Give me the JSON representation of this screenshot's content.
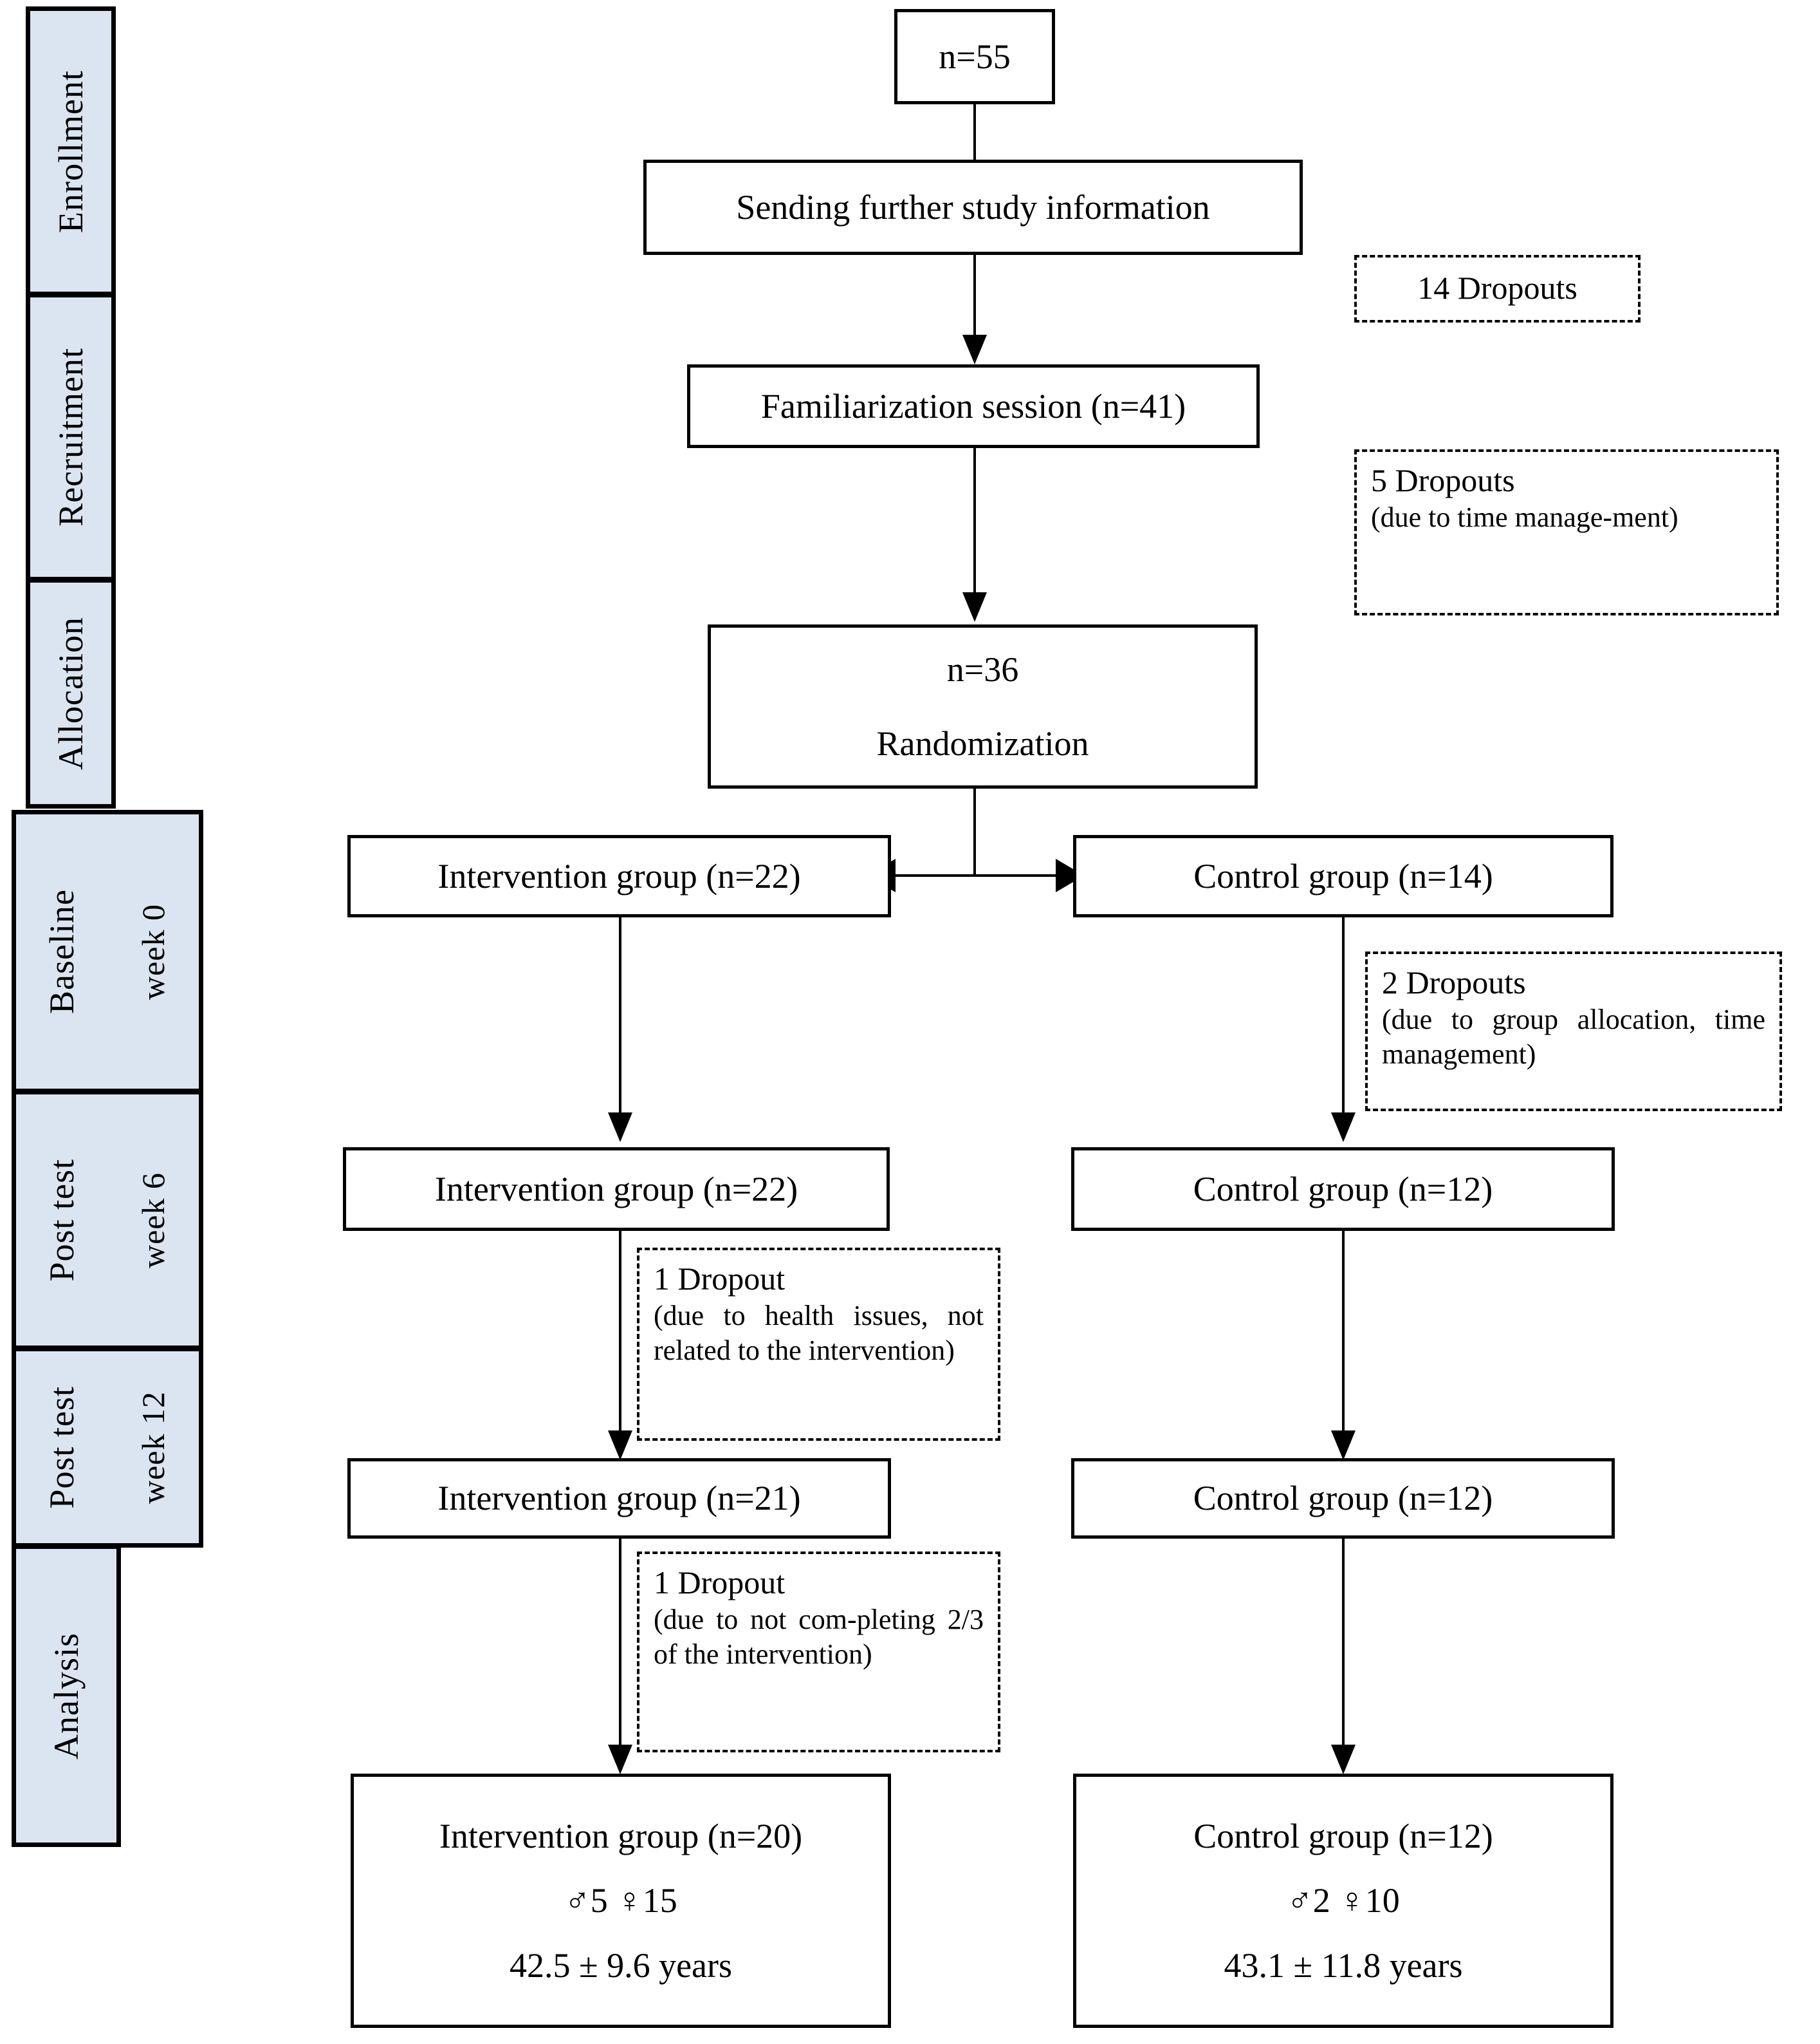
{
  "sidebar": {
    "stages": [
      {
        "label": "Enrollment",
        "week": null
      },
      {
        "label": "Recruitment",
        "week": null
      },
      {
        "label": "Allocation",
        "week": null
      },
      {
        "label": "Baseline",
        "week": "week 0"
      },
      {
        "label": "Post test",
        "week": "week 6"
      },
      {
        "label": "Post test",
        "week": "week 12"
      },
      {
        "label": "Analysis",
        "week": null
      }
    ],
    "fill_color": "#dbe5f1"
  },
  "flow": {
    "enrolled": "n=55",
    "sending_info": "Sending further study information",
    "familiarization": "Familiarization session (n=41)",
    "randomization_n": "n=36",
    "randomization_label": "Randomization",
    "alloc_intervention": "Intervention group (n=22)",
    "alloc_control": "Control group (n=14)",
    "w6_intervention": "Intervention group (n=22)",
    "w6_control": "Control group (n=12)",
    "w12_intervention": "Intervention group (n=21)",
    "w12_control": "Control group (n=12)",
    "final_intervention": {
      "title": "Intervention group (n=20)",
      "sex": "♂5 ♀15",
      "age": "42.5 ± 9.6 years"
    },
    "final_control": {
      "title": "Control group (n=12)",
      "sex": "♂2 ♀10",
      "age": "43.1 ± 11.8 years"
    }
  },
  "dropouts": {
    "d1": {
      "head": "14 Dropouts",
      "body": ""
    },
    "d2": {
      "head": "5 Dropouts",
      "body": "(due to time manage-ment)"
    },
    "d3": {
      "head": "2 Dropouts",
      "body": "(due to group allocation, time management)"
    },
    "d4": {
      "head": "1 Dropout",
      "body": "(due to health issues, not related to the intervention)"
    },
    "d5": {
      "head": "1 Dropout",
      "body": "(due to not com-pleting 2/3 of the intervention)"
    }
  },
  "chart_data": {
    "type": "diagram",
    "title": "CONSORT participant flow diagram",
    "stages": [
      "Enrollment",
      "Recruitment",
      "Allocation",
      "Baseline (week 0)",
      "Post test (week 6)",
      "Post test (week 12)",
      "Analysis"
    ],
    "nodes": [
      {
        "id": "enrolled",
        "label": "n=55",
        "n": 55
      },
      {
        "id": "sending_info",
        "label": "Sending further study information",
        "n": null
      },
      {
        "id": "familiarization",
        "label": "Familiarization session (n=41)",
        "n": 41
      },
      {
        "id": "randomization",
        "label": "n=36 Randomization",
        "n": 36
      },
      {
        "id": "alloc_intervention",
        "label": "Intervention group (n=22)",
        "n": 22
      },
      {
        "id": "alloc_control",
        "label": "Control group (n=14)",
        "n": 14
      },
      {
        "id": "w6_intervention",
        "label": "Intervention group (n=22)",
        "n": 22
      },
      {
        "id": "w6_control",
        "label": "Control group (n=12)",
        "n": 12
      },
      {
        "id": "w12_intervention",
        "label": "Intervention group (n=21)",
        "n": 21
      },
      {
        "id": "w12_control",
        "label": "Control group (n=12)",
        "n": 12
      },
      {
        "id": "final_intervention",
        "label": "Intervention group (n=20)",
        "n": 20,
        "males": 5,
        "females": 15,
        "age_mean": 42.5,
        "age_sd": 9.6
      },
      {
        "id": "final_control",
        "label": "Control group (n=12)",
        "n": 12,
        "males": 2,
        "females": 10,
        "age_mean": 43.1,
        "age_sd": 11.8
      }
    ],
    "dropouts": [
      {
        "count": 14,
        "reason": "",
        "after": "sending_info"
      },
      {
        "count": 5,
        "reason": "due to time management",
        "after": "familiarization"
      },
      {
        "count": 2,
        "reason": "due to group allocation, time management",
        "after": "alloc_control"
      },
      {
        "count": 1,
        "reason": "due to health issues, not related to the intervention",
        "after": "w6_intervention"
      },
      {
        "count": 1,
        "reason": "due to not completing 2/3 of the intervention",
        "after": "w12_intervention"
      }
    ]
  }
}
